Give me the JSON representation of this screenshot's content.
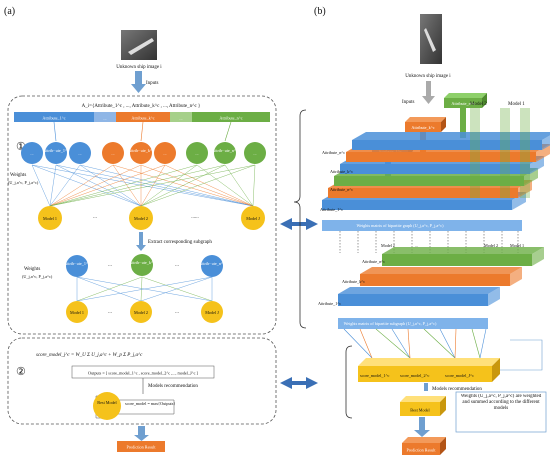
{
  "panel_a": {
    "label": "(a)",
    "ship_caption": "Unknown ship image i",
    "inputs_label": "Inputs",
    "a_formula": "A_i={Attribute_1^c , ..., Attribute_k^c , ..., Attribute_n^c }",
    "attribute_bars": [
      "Attribute_1^c",
      "...",
      "Attribute_k^c",
      "...",
      "Attribute_n^c"
    ],
    "step1": "①",
    "weights_top": "Weights",
    "weights_top_sub": "(U_j,a^c, P_j,a^c)",
    "dots": "...",
    "dots_long": "......",
    "nodes_top": [
      "...",
      "Attrib- ute_1^c",
      "...",
      "...",
      "Attrib- ute_k^c",
      "...",
      "...",
      "Attrib- ute_n^c",
      "..."
    ],
    "models_top": [
      "Model 1",
      "Model 2",
      "Model J"
    ],
    "extract_label": "Extract corresponding subgraph",
    "weights_mid": "Weights",
    "weights_mid_sub": "(U_j,a^c, P_j,a^c)",
    "nodes_mid": [
      "Attrib- ute_1^c",
      "Attrib- ute_k^c",
      "Attrib- ute_n^c"
    ],
    "models_bottom": [
      "Model 1",
      "Model 2",
      "Model J"
    ],
    "score_formula": "score_model_j^c = W_U Σ U_j,a^c + W_p Σ P_j,a^c",
    "step2": "②",
    "outputs": "Outputs = [ score_model_1^c , score_model_2^c ,..., model_J^c ]",
    "models_recommendation": "Models recommendation",
    "best_model": "Best Model",
    "best_eq": "score_model = max{Outputs}",
    "prediction": "Prediction Result"
  },
  "panel_b": {
    "label": "(b)",
    "ship_caption": "Unknown ship image i",
    "inputs_label": "Inputs",
    "stack_attrs": [
      "Attribute_n^c",
      "Attribute_k^c",
      "Attribute_1^c"
    ],
    "side_attrs": [
      "Attribute_n^c",
      "Attribute_k^c",
      "Attribute_n^c",
      "Attribute_1^c"
    ],
    "model_labels": [
      "Model 2",
      "Model 1"
    ],
    "graph_label": "Weights matrix of bipartite graph (U_j,a^c, P_j,a^c)",
    "bottom_models": [
      "Model J",
      "Model 2",
      "Model 1"
    ],
    "sub_attrs": [
      "Attribute_n^c",
      "Attribute_k^c",
      "Attribute_1^c"
    ],
    "subgraph_label": "Weights matrix of bipartite subgraph (U_j,a^c, P_j,a^c)",
    "scores": [
      "score_model_1^c",
      "score_model_2^c",
      "score_model_J^c"
    ],
    "models_recommendation": "Models recommendation",
    "best_model": "Best Model",
    "note": "Weights (U_j,a^c, P_j,a^c) are weighted and summed according to the different models",
    "prediction": "Prediction Result"
  },
  "colors": {
    "blue": "#4a8fd8",
    "orange": "#ec7a2c",
    "green": "#6cae45",
    "yellow": "#f5c21b",
    "gray_arrow": "#6f9fd0",
    "dashed": "#555555"
  }
}
